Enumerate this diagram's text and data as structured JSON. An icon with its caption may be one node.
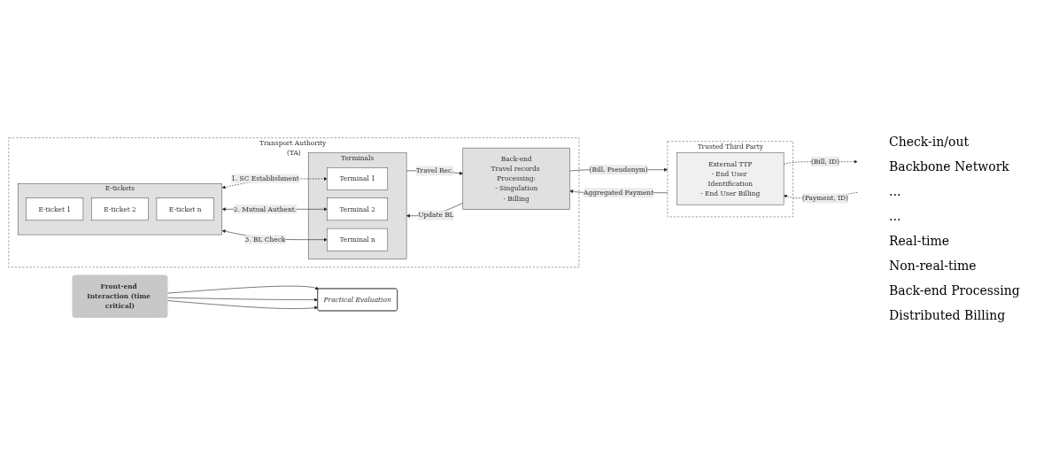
{
  "diagram": {
    "nodes": [
      {
        "text": [
          "Transport Authority (TA)"
        ]
      },
      {
        "text": [
          "E-tickets"
        ],
        "in": 0
      },
      {
        "text": [
          "E-ticket 1"
        ],
        "in": 1
      },
      {
        "text": [
          "E-ticket 2"
        ],
        "in": 1
      },
      {
        "text": [
          "E-ticket n"
        ],
        "in": 1
      },
      {
        "text": [
          "Terminals"
        ],
        "in": 0
      },
      {
        "text": [
          "Terminal 1"
        ],
        "in": 5
      },
      {
        "text": [
          "Terminal 2"
        ],
        "in": 5
      },
      {
        "text": [
          "Terminal n"
        ],
        "in": 5
      },
      {
        "text": [
          "Back-end",
          "Travel records Processing:",
          "- Singulation",
          "- Billing"
        ],
        "in": 0
      },
      {
        "text": [
          "Trusted Third Party"
        ]
      },
      {
        "text": [
          "External TTP",
          "- End User Identification",
          "- End User Billing"
        ],
        "in": 10
      },
      {
        "text": [
          "Front-end Interaction (time critical)"
        ]
      },
      {
        "text": [
          "Practical Evaluation"
        ]
      }
    ],
    "edges": [
      {
        "from": 1,
        "to": 6,
        "arrow": "both",
        "label": "1. SC Establishment",
        "style": "dashed"
      },
      {
        "from": 1,
        "to": 7,
        "arrow": "both",
        "label": "2. Mutual Authent."
      },
      {
        "from": 1,
        "to": 8,
        "arrow": "both",
        "label": "3. BL Check"
      },
      {
        "from": 5,
        "to": 9,
        "arrow": "to",
        "label": "Travel Rec."
      },
      {
        "from": 9,
        "to": 5,
        "arrow": "to",
        "label": "Update BL"
      },
      {
        "from": 9,
        "to": 10,
        "arrow": "to",
        "label": "(Bill, Pseudonym)"
      },
      {
        "from": 10,
        "to": 9,
        "arrow": "to",
        "label": "Aggregated Payment"
      },
      {
        "from": 11,
        "to": null,
        "arrow": "to",
        "label": "(Bill, ID)",
        "style": "dashed"
      },
      {
        "from": null,
        "to": 11,
        "arrow": "to",
        "label": "(Payment, ID)",
        "style": "dashed"
      },
      {
        "from": 12,
        "to": 13,
        "arrow": "to"
      },
      {
        "from": 12,
        "to": 13,
        "arrow": "to"
      },
      {
        "from": 12,
        "to": 13,
        "arrow": "to"
      }
    ],
    "labels": [
      "Check-in/out",
      "Backbone Network",
      "...",
      "...",
      "Real-time",
      "Non-real-time",
      "Back-end Processing",
      "Distributed Billing"
    ]
  }
}
